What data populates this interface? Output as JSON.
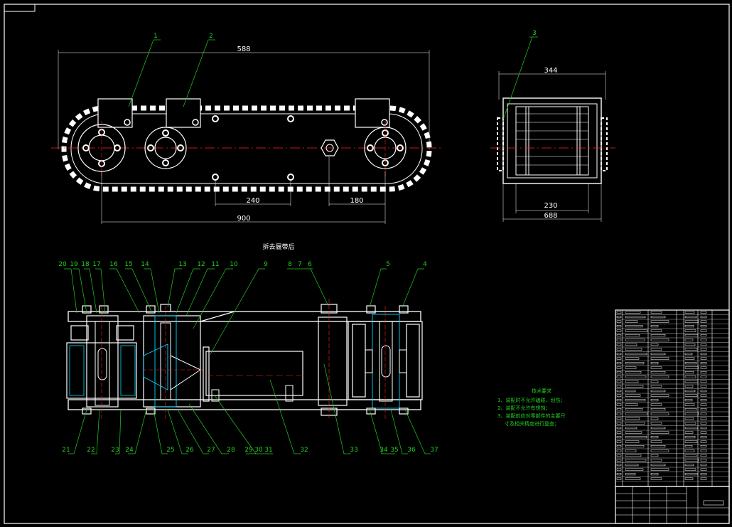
{
  "top_view": {
    "dims": {
      "overall_length": "588",
      "axle_pitch_total": "900",
      "bolt_spacing": "240",
      "hex_offset": "180"
    }
  },
  "side_view": {
    "dims": {
      "width_top": "344",
      "roller_width": "230",
      "width_bottom": "688"
    }
  },
  "section_caption": "拆去履带后",
  "part_numbers_top": [
    "1",
    "2",
    "3"
  ],
  "part_numbers_section_top": [
    "20",
    "19",
    "18",
    "17",
    "16",
    "15",
    "14",
    "13",
    "12",
    "11",
    "10",
    "9",
    "8",
    "7",
    "6",
    "5",
    "4"
  ],
  "part_numbers_section_bottom": [
    "21",
    "22",
    "23",
    "24",
    "25",
    "26",
    "27",
    "28",
    "29",
    "30",
    "31",
    "32",
    "33",
    "34",
    "35",
    "36",
    "37"
  ],
  "tech_notes": {
    "title": "技术要求",
    "lines": [
      "1、装配时不允许磕碰、划伤；",
      "2、装配不允许有锈蚀；",
      "3、装配前应对零部件的主要尺",
      "寸及相关精度进行复查；"
    ]
  },
  "colors": {
    "background": "#000000",
    "outline": "#ffffff",
    "leader": "#22cc22",
    "centerline": "#ff2222",
    "section": "#00d8ff"
  }
}
